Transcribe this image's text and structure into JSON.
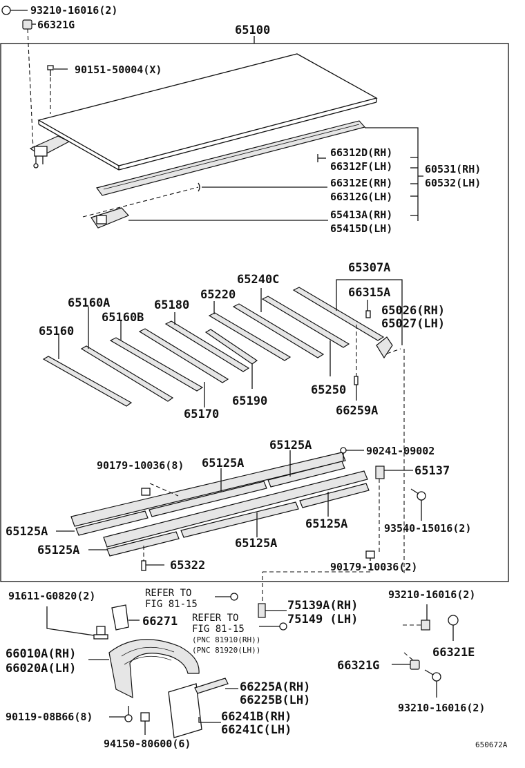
{
  "labels": {
    "bolt_top": "93210-16016(2)",
    "nut_top": "66321G",
    "assembly": "65100",
    "screw_top": "90151-50004(X)",
    "rail_d": "66312D(RH)",
    "rail_f": "66312F(LH)",
    "rail_e": "66312E(RH)",
    "rail_g": "66312G(LH)",
    "side_rh": "60531(RH)",
    "side_lh": "60532(LH)",
    "bracket_a": "65413A(RH)",
    "bracket_d": "65415D(LH)",
    "p65307A": "65307A",
    "p65240C": "65240C",
    "p66315A": "66315A",
    "p65026": "65026(RH)",
    "p65027": "65027(LH)",
    "p65160A": "65160A",
    "p65180": "65180",
    "p65220": "65220",
    "p65160B": "65160B",
    "p65160": "65160",
    "p65190": "65190",
    "p65250": "65250",
    "p66259A": "66259A",
    "p65170": "65170",
    "p65125A_1": "65125A",
    "p90241": "90241-09002",
    "p90179_a": "90179-10036(8)",
    "p65125A_2": "65125A",
    "p65137": "65137",
    "p93540": "93540-15016(2)",
    "p65125A_3": "65125A",
    "p65125A_4": "65125A",
    "p65125A_5": "65125A",
    "p65125A_6": "65125A",
    "p65322": "65322",
    "p90179_b": "90179-10036(2)",
    "p91611": "91611-G0820(2)",
    "refer_to_1": "REFER TO",
    "fig_1": "FIG 81-15",
    "p75139A": "75139A(RH)",
    "p75149": "75149  (LH)",
    "p93210_mid": "93210-16016(2)",
    "p66271": "66271",
    "refer_to_2": "REFER TO",
    "fig_2": "FIG 81-15",
    "pnc_1": "(PNC 81910(RH))",
    "pnc_2": "(PNC 81920(LH))",
    "p66321E": "66321E",
    "p66010A": "66010A(RH)",
    "p66020A": "66020A(LH)",
    "p66321G_b": "66321G",
    "p66225A": "66225A(RH)",
    "p66225B": "66225B(LH)",
    "p93210_bot": "93210-16016(2)",
    "p90119": "90119-08B66(8)",
    "p66241B": "66241B(RH)",
    "p66241C": "66241C(LH)",
    "p94150": "94150-80600(6)",
    "ref_code": "650672A"
  }
}
